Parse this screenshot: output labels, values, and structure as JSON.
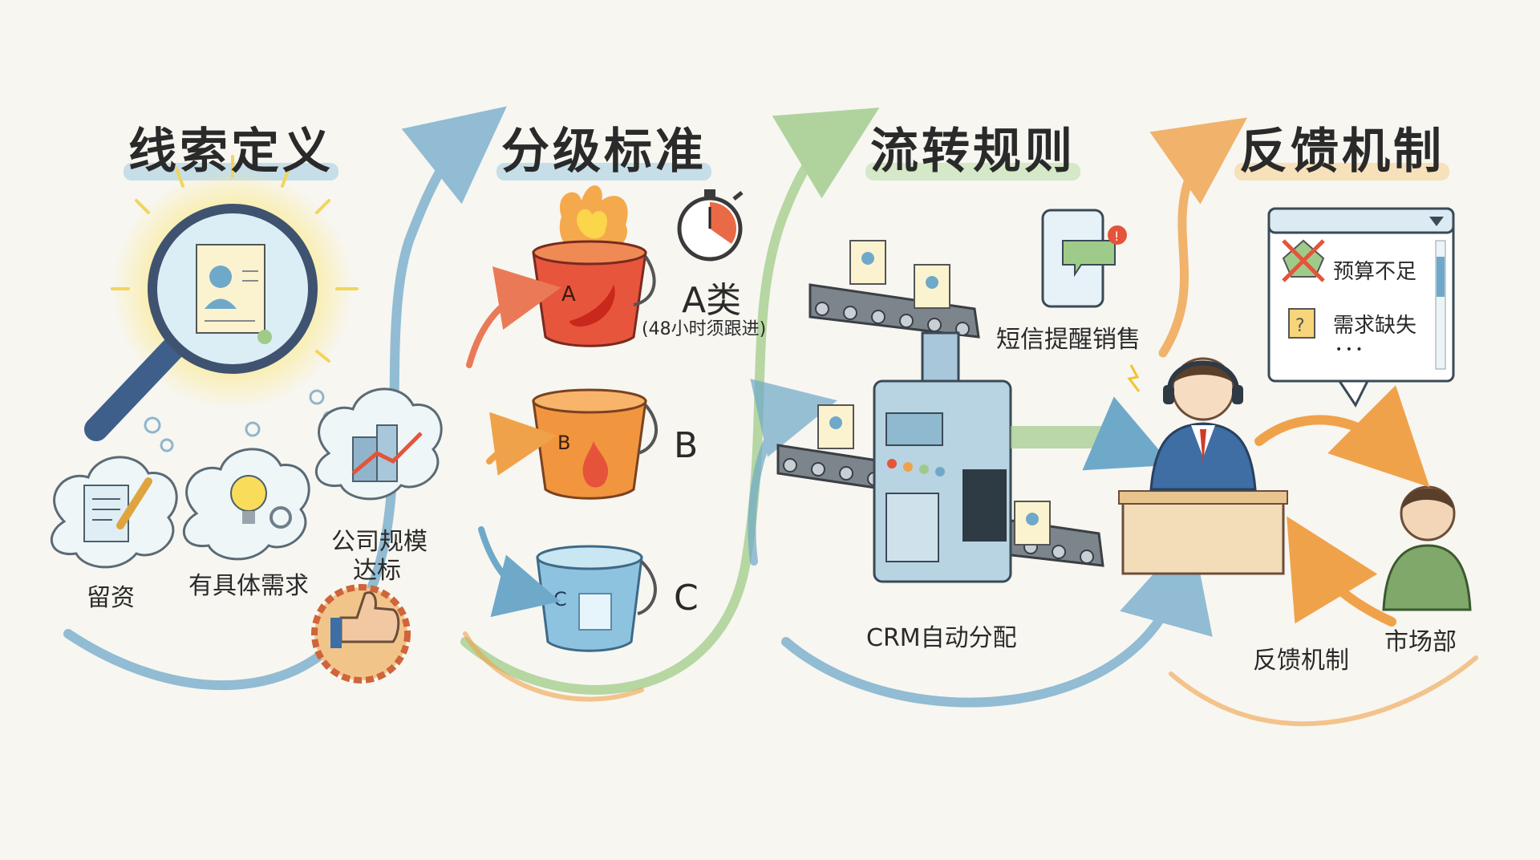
{
  "sections": {
    "definition": {
      "title": "线索定义",
      "criteria": [
        "留资",
        "有具体需求",
        "公司规模达标"
      ],
      "criterion_3_lines": [
        "公司规模",
        "达标"
      ]
    },
    "grading": {
      "title": "分级标准",
      "tiers": [
        {
          "bucket_letter": "A",
          "label": "A类",
          "note": "(48小时须跟进)",
          "theme": "fire"
        },
        {
          "bucket_letter": "B",
          "label": "B",
          "theme": "warm"
        },
        {
          "bucket_letter": "C",
          "label": "C",
          "theme": "ice"
        }
      ]
    },
    "routing": {
      "title": "流转规则",
      "sms_label": "短信提醒销售",
      "crm_label": "CRM自动分配"
    },
    "feedback": {
      "title": "反馈机制",
      "reasons": [
        "预算不足",
        "需求缺失"
      ],
      "more": "• • •",
      "loop_label": "反馈机制",
      "department": "市场部"
    }
  },
  "colors": {
    "blue": "#6fa9c9",
    "orange": "#f0a24a",
    "green": "#a7cf8f",
    "yellow": "#f3d97a",
    "red": "#e5533a"
  },
  "icons": [
    "magnifier-icon",
    "document-icon",
    "pencil-icon",
    "lightbulb-icon",
    "building-icon",
    "thumbs-up-icon",
    "fire-bucket-icon",
    "stopwatch-icon",
    "chili-icon",
    "ice-bucket-icon",
    "conveyor-icon",
    "crm-machine-icon",
    "phone-icon",
    "headset-agent-icon",
    "person-icon",
    "dialog-window-icon"
  ]
}
